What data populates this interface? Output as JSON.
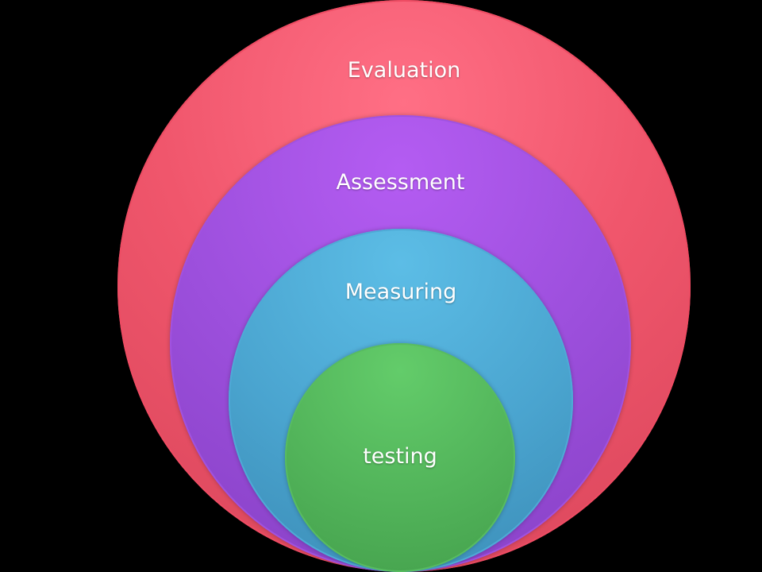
{
  "diagram": {
    "circles": [
      {
        "label": "Evaluation",
        "color": "#f0566c"
      },
      {
        "label": "Assessment",
        "color": "#9c4fdc"
      },
      {
        "label": "Measuring",
        "color": "#4aa4cf"
      },
      {
        "label": "testing",
        "color": "#52b45a"
      }
    ]
  },
  "background_color": "#000000"
}
